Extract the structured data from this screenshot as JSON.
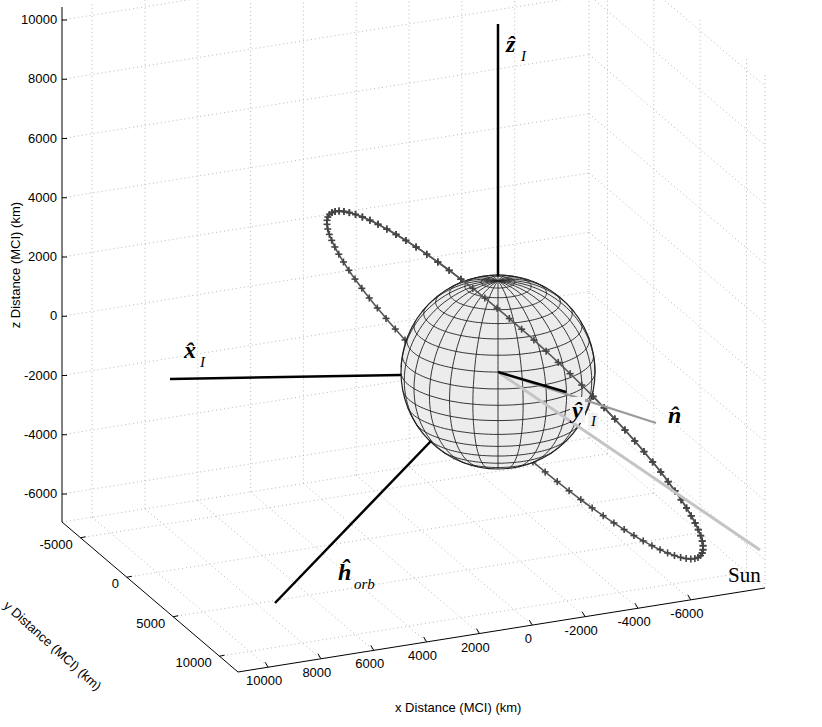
{
  "diagram": {
    "labels": [
      "10000",
      "8000",
      "6000",
      "4000",
      "2000",
      "0",
      "-2000",
      "-4000",
      "-6000",
      "z Distance (MCI) (km)",
      "ẑ",
      "I",
      "x̂",
      "I",
      "ŷ",
      "I",
      "n̂",
      "ĥ",
      "orb",
      "Sun",
      "-5000",
      "0",
      "5000",
      "10000",
      "y Distance (MCI) (km)",
      "10000",
      "8000",
      "6000",
      "4000",
      "2000",
      "0",
      "-2000",
      "-4000",
      "-6000",
      "x Distance (MCI) (km)"
    ]
  }
}
